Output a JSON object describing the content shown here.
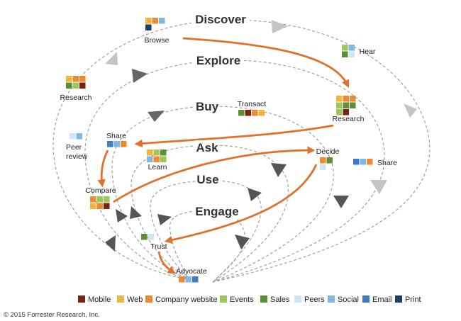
{
  "colors": {
    "mobile": "#7b2312",
    "web": "#f2b43c",
    "company_website": "#ee8a34",
    "events": "#9cc85b",
    "sales": "#5b8f35",
    "peers": "#cfe6f6",
    "social": "#7fb9e3",
    "email": "#3f7cbf",
    "print": "#1f3d6b",
    "flow_arrow": "#e0702a",
    "loop_dash": "#9a9a9a",
    "loop_arrowhead_dark": "#555555",
    "loop_arrowhead_light": "#c4c4c4"
  },
  "stages": {
    "discover": "Discover",
    "explore": "Explore",
    "buy": "Buy",
    "ask": "Ask",
    "use": "Use",
    "engage": "Engage"
  },
  "nodes": {
    "browse": {
      "label": "Browse",
      "icon_colors": [
        "web",
        "company_website",
        "social",
        "print"
      ]
    },
    "hear": {
      "label": "Hear",
      "icon_colors": [
        "events",
        "social",
        "sales",
        "peers"
      ]
    },
    "research_left": {
      "label": "Research",
      "icon_colors": [
        "web",
        "company_website",
        "company_website",
        "sales",
        "events",
        "mobile"
      ]
    },
    "research_right": {
      "label": "Research",
      "icon_colors": [
        "web",
        "company_website",
        "company_website",
        "events",
        "sales",
        "sales",
        "events",
        "mobile"
      ]
    },
    "transact": {
      "label": "Transact",
      "icon_colors": [
        "sales",
        "mobile",
        "company_website",
        "web"
      ]
    },
    "peer_review": {
      "label_line1": "Peer",
      "label_line2": "review",
      "icon_colors": [
        "peers",
        "social"
      ]
    },
    "share_left": {
      "label": "Share",
      "icon_colors": [
        "email",
        "social",
        "company_website"
      ]
    },
    "learn": {
      "label": "Learn",
      "icon_colors": [
        "web",
        "events",
        "sales",
        "social",
        "company_website",
        "events"
      ]
    },
    "decide": {
      "label": "Decide",
      "icon_colors": [
        "company_website",
        "sales",
        "peers"
      ]
    },
    "share_right": {
      "label": "Share",
      "icon_colors": [
        "email",
        "social",
        "company_website"
      ]
    },
    "compare": {
      "label": "Compare",
      "icon_colors": [
        "company_website",
        "events",
        "events",
        "web",
        "company_website",
        "mobile"
      ]
    },
    "trust": {
      "label": "Trust",
      "icon_colors": [
        "sales",
        "peers"
      ]
    },
    "advocate": {
      "label": "Advocate",
      "icon_colors": [
        "company_website",
        "social",
        "email"
      ]
    }
  },
  "legend": [
    {
      "key": "mobile",
      "label": "Mobile"
    },
    {
      "key": "web",
      "label": "Web"
    },
    {
      "key": "company_website",
      "label": "Company website"
    },
    {
      "key": "events",
      "label": "Events"
    },
    {
      "key": "sales",
      "label": "Sales"
    },
    {
      "key": "peers",
      "label": "Peers"
    },
    {
      "key": "social",
      "label": "Social"
    },
    {
      "key": "email",
      "label": "Email"
    },
    {
      "key": "print",
      "label": "Print"
    }
  ],
  "copyright": "© 2015 Forrester Research, Inc."
}
